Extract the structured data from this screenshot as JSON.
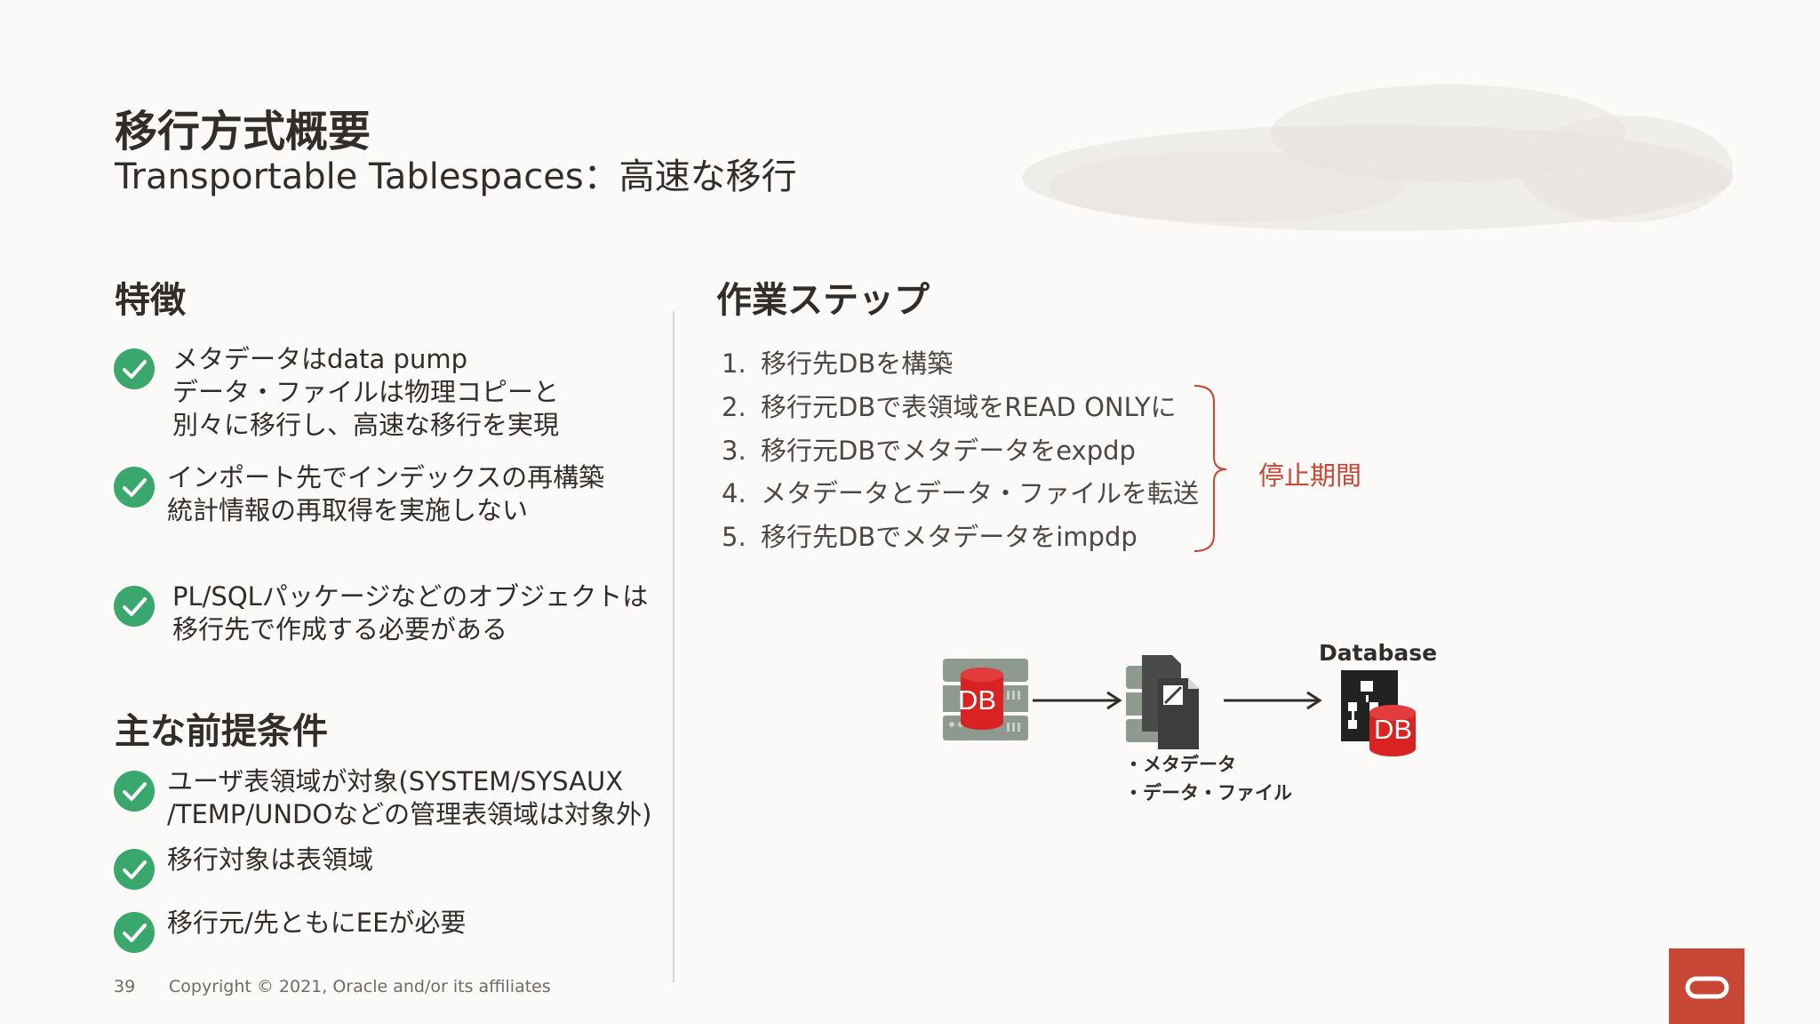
{
  "slide": {
    "title": "移行方式概要",
    "subtitle": "Transportable Tablespaces：高速な移行"
  },
  "features": {
    "heading": "特徴",
    "items": [
      {
        "lines": [
          "メタデータはdata pump",
          "データ・ファイルは物理コピーと",
          "別々に移行し、高速な移行を実現"
        ]
      },
      {
        "lines": [
          "インポート先でインデックスの再構築",
          "統計情報の再取得を実施しない"
        ]
      },
      {
        "lines": [
          "PL/SQLパッケージなどのオブジェクトは",
          "移行先で作成する必要がある"
        ]
      }
    ]
  },
  "prerequisites": {
    "heading": "主な前提条件",
    "items": [
      {
        "lines": [
          "ユーザ表領域が対象(SYSTEM/SYSAUX",
          "/TEMP/UNDOなどの管理表領域は対象外)"
        ]
      },
      {
        "lines": [
          "移行対象は表領域"
        ]
      },
      {
        "lines": [
          "移行元/先ともにEEが必要"
        ]
      }
    ]
  },
  "steps": {
    "heading": "作業ステップ",
    "items": [
      {
        "num": "1.",
        "text": "移行先DBを構築"
      },
      {
        "num": "2.",
        "text": "移行元DBで表領域をREAD ONLYに"
      },
      {
        "num": "3.",
        "text": "移行元DBでメタデータをexpdp"
      },
      {
        "num": "4.",
        "text": "メタデータとデータ・ファイルを転送"
      },
      {
        "num": "5.",
        "text": "移行先DBでメタデータをimpdp"
      }
    ],
    "downtime_label": "停止期間"
  },
  "diagram": {
    "source_db_label": "DB",
    "target_title": "Database",
    "target_db_label": "DB",
    "file_labels": [
      "・メタデータ",
      "・データ・ファイル"
    ]
  },
  "footer": {
    "page_number": "39",
    "copyright": "Copyright © 2021, Oracle and/or its affiliates"
  },
  "colors": {
    "accent_red": "#c74634",
    "check_green": "#3aa76d",
    "text": "#312d2a"
  }
}
